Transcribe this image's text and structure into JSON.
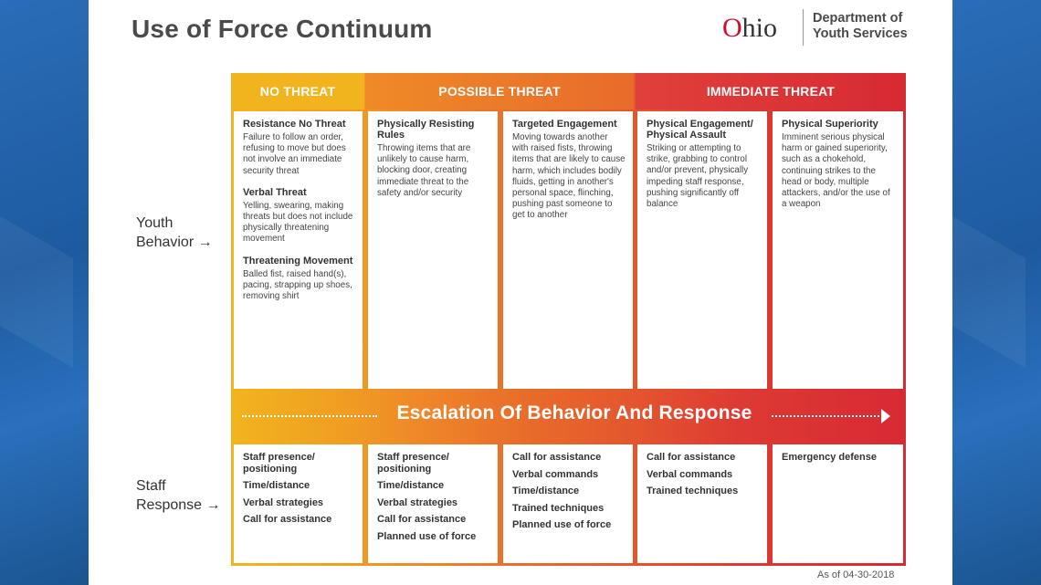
{
  "title": "Use of Force Continuum",
  "logo": {
    "word": "Ohio",
    "department_line1": "Department of",
    "department_line2": "Youth Services",
    "brand_color": "#c8102e"
  },
  "row_labels": {
    "youth_line1": "Youth",
    "youth_line2": "Behavior →",
    "staff_line1": "Staff",
    "staff_line2": "Response →"
  },
  "threat_levels": [
    {
      "label": "NO THREAT",
      "color": "#f2b41e"
    },
    {
      "label": "POSSIBLE THREAT",
      "color": "#ea7a29"
    },
    {
      "label": "IMMEDIATE THREAT",
      "color": "#d72a34"
    }
  ],
  "youth_behavior": [
    {
      "blocks": [
        {
          "heading": "Resistance No Threat",
          "text": "Failure to follow an order, refusing to move but does not involve an immediate security threat"
        },
        {
          "heading": "Verbal Threat",
          "text": "Yelling, swearing, making threats but does not include physically threatening movement"
        },
        {
          "heading": "Threatening Movement",
          "text": "Balled fist, raised hand(s), pacing, strapping up shoes, removing shirt"
        }
      ]
    },
    {
      "blocks": [
        {
          "heading": "Physically Resisting Rules",
          "text": "Throwing items that are unlikely to cause harm, blocking door, creating immediate threat to the safety and/or security"
        }
      ]
    },
    {
      "blocks": [
        {
          "heading": "Targeted Engagement",
          "text": "Moving towards another with raised fists, throwing items that are likely to cause harm, which includes bodily fluids, getting in another's personal space, flinching, pushing past someone to get to another"
        }
      ]
    },
    {
      "blocks": [
        {
          "heading": "Physical Engagement/ Physical Assault",
          "text": "Striking or attempting to strike, grabbing to control and/or prevent, physically impeding staff response, pushing significantly off balance"
        }
      ]
    },
    {
      "blocks": [
        {
          "heading": "Physical Superiority",
          "text": "Imminent serious physical harm or gained superiority, such as a chokehold, continuing strikes to the head or body, multiple attackers, and/or the use of a weapon"
        }
      ]
    }
  ],
  "escalation_label": "Escalation Of Behavior And Response",
  "staff_response": [
    {
      "items": [
        "Staff presence/ positioning",
        "Time/distance",
        "Verbal strategies",
        "Call for assistance"
      ]
    },
    {
      "items": [
        "Staff presence/ positioning",
        "Time/distance",
        "Verbal strategies",
        "Call for assistance",
        "Planned use of force"
      ]
    },
    {
      "items": [
        "Call for assistance",
        "Verbal commands",
        "Time/distance",
        "Trained techniques",
        "Planned use of force"
      ]
    },
    {
      "items": [
        "Call for assistance",
        "Verbal commands",
        "Trained techniques"
      ]
    },
    {
      "items": [
        "Emergency defense"
      ]
    }
  ],
  "as_of": "As of 04-30-2018"
}
